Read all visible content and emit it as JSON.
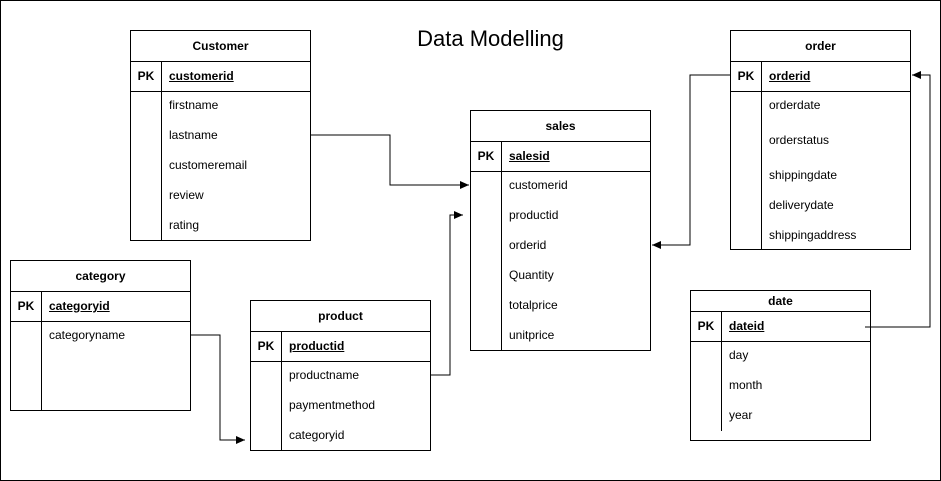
{
  "title": "Data Modelling",
  "tables": {
    "customer": {
      "name": "Customer",
      "pk_label": "PK",
      "pk": "customerid",
      "fields": [
        "firstname",
        "lastname",
        "customeremail",
        "review",
        "rating"
      ]
    },
    "order": {
      "name": "order",
      "pk_label": "PK",
      "pk": "orderid",
      "fields": [
        "orderdate",
        "orderstatus",
        "shippingdate",
        "deliverydate",
        "shippingaddress"
      ]
    },
    "sales": {
      "name": "sales",
      "pk_label": "PK",
      "pk": "salesid",
      "fields": [
        "customerid",
        "productid",
        "orderid",
        "Quantity",
        "totalprice",
        "unitprice"
      ]
    },
    "category": {
      "name": "category",
      "pk_label": "PK",
      "pk": "categoryid",
      "fields": [
        "categoryname"
      ]
    },
    "product": {
      "name": "product",
      "pk_label": "PK",
      "pk": "productid",
      "fields": [
        "productname",
        "paymentmethod",
        "categoryid"
      ]
    },
    "date": {
      "name": "date",
      "pk_label": "PK",
      "pk": "dateid",
      "fields": [
        "day",
        "month",
        "year"
      ]
    }
  },
  "relationships": [
    {
      "from": "Customer.lastname",
      "to": "sales.customerid"
    },
    {
      "from": "product.productname",
      "to": "sales.productid"
    },
    {
      "from": "order.orderid",
      "to": "sales.orderid"
    },
    {
      "from": "category.categoryname",
      "to": "product.categoryid"
    },
    {
      "from": "date.dateid",
      "to": "order.orderid"
    }
  ]
}
